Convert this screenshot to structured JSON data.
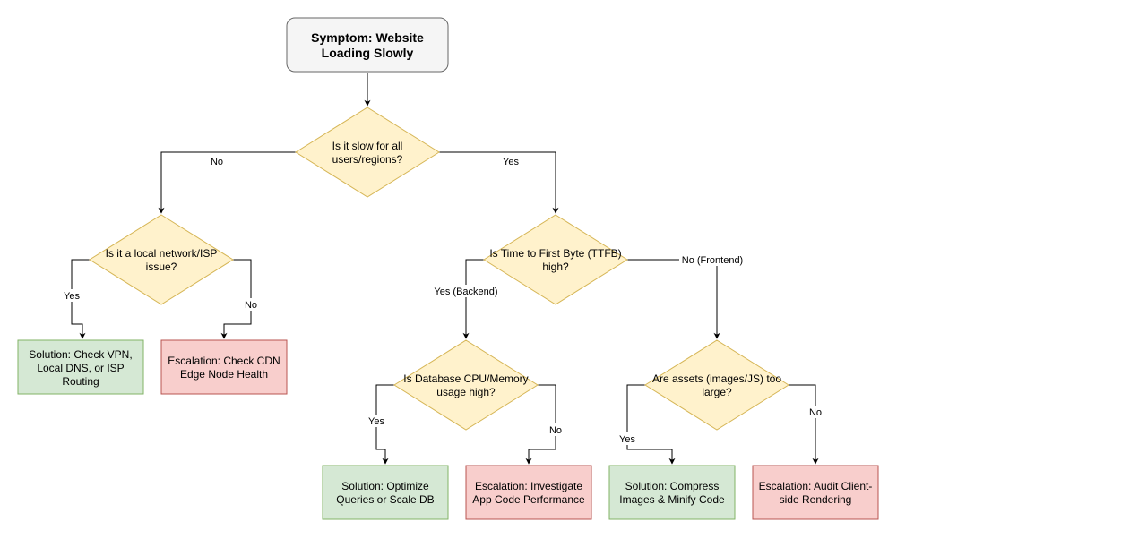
{
  "colors": {
    "start_fill": "#f5f5f5",
    "start_stroke": "#666666",
    "decision_fill": "#fff2cc",
    "decision_stroke": "#d6b656",
    "solution_fill": "#d5e8d4",
    "solution_stroke": "#82b366",
    "escalation_fill": "#f8cecc",
    "escalation_stroke": "#b85450"
  },
  "nodes": {
    "start": {
      "line1": "Symptom: Website",
      "line2": "Loading Slowly"
    },
    "d_all": {
      "line1": "Is it slow for all",
      "line2": "users/regions?"
    },
    "d_local": {
      "line1": "Is it a local network/ISP",
      "line2": "issue?"
    },
    "d_ttfb": {
      "line1": "Is Time to First Byte (TTFB)",
      "line2": "high?"
    },
    "d_db": {
      "line1": "Is Database CPU/Memory",
      "line2": "usage high?"
    },
    "d_assets": {
      "line1": "Are assets (images/JS) too",
      "line2": "large?"
    },
    "s_vpn": {
      "line1": "Solution: Check VPN,",
      "line2": "Local DNS, or ISP",
      "line3": "Routing"
    },
    "e_cdn": {
      "line1": "Escalation: Check CDN",
      "line2": "Edge Node Health"
    },
    "s_db": {
      "line1": "Solution: Optimize",
      "line2": "Queries or Scale DB"
    },
    "e_app": {
      "line1": "Escalation: Investigate",
      "line2": "App Code Performance"
    },
    "s_img": {
      "line1": "Solution: Compress",
      "line2": "Images & Minify Code"
    },
    "e_client": {
      "line1": "Escalation: Audit Client-",
      "line2": "side Rendering"
    }
  },
  "edges": {
    "all_no": "No",
    "all_yes": "Yes",
    "local_yes": "Yes",
    "local_no": "No",
    "ttfb_yes": "Yes (Backend)",
    "ttfb_no": "No (Frontend)",
    "db_yes": "Yes",
    "db_no": "No",
    "assets_yes": "Yes",
    "assets_no": "No"
  }
}
